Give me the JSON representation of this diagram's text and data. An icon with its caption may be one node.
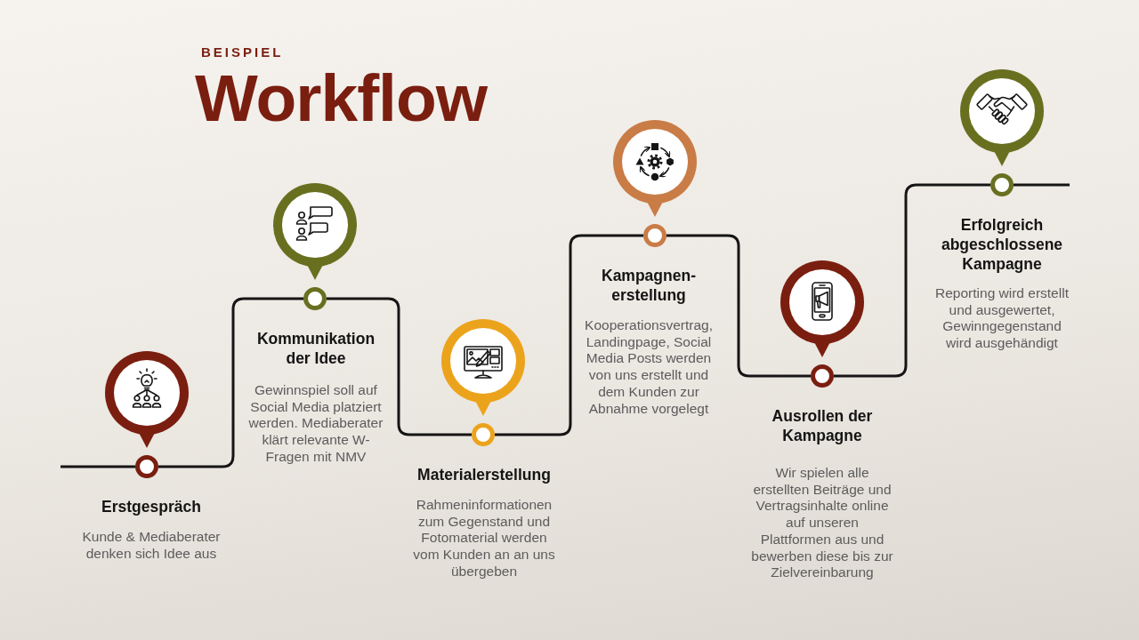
{
  "diagram": {
    "title": "Workflow",
    "nodes": [
      {
        "text": [
          "Erstgespräch",
          "Kunde & Mediaberater denken sich Idee aus"
        ]
      },
      {
        "text": [
          "Kommunikation der Idee",
          "Gewinnspiel soll auf Social Media platziert werden. Mediaberater klärt relevante W- Fragen mit NMV"
        ]
      },
      {
        "text": [
          "Materialerstellung",
          "Rahmeninformationen zum Gegenstand und Fotomaterial werden vom Kunden an an uns übergeben"
        ]
      },
      {
        "text": [
          "Kampagnen- erstellung",
          "Kooperationsvertrag, Landingpage, Social Media Posts werden von uns erstellt und dem Kunden zur Abnahme vorgelegt"
        ]
      },
      {
        "text": [
          "Ausrollen der Kampagne",
          "Wir spielen alle erstellten Beiträge und Vertragsinhalte online auf unseren Plattformen aus und bewerben diese bis zur Zielvereinbarung"
        ]
      },
      {
        "text": [
          "Erfolgreich abgeschlossene Kampagne",
          "Reporting wird erstellt und ausgewertet, Gewinngegenstand wird ausgehändigt"
        ]
      }
    ],
    "edges": [
      {
        "from": null,
        "to": 0,
        "arrow": "none"
      },
      {
        "from": 0,
        "to": 1,
        "arrow": "none"
      },
      {
        "from": 1,
        "to": 2,
        "arrow": "none"
      },
      {
        "from": 2,
        "to": 3,
        "arrow": "none"
      },
      {
        "from": 3,
        "to": 4,
        "arrow": "none"
      },
      {
        "from": 4,
        "to": 5,
        "arrow": "none"
      },
      {
        "from": 5,
        "to": null,
        "arrow": "none"
      }
    ],
    "labels": [
      "BEISPIEL"
    ]
  }
}
